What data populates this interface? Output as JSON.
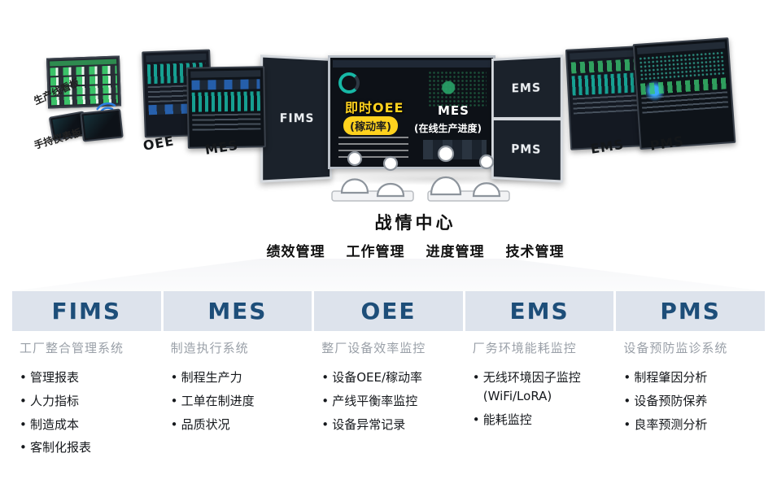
{
  "scene": {
    "title": "战情中心",
    "categories": [
      "绩效管理",
      "工作管理",
      "进度管理",
      "技术管理"
    ],
    "left_devices": {
      "board_label": "生产线看板",
      "tablet_label": "手持仪表板"
    },
    "side_screens": {
      "left": [
        "OEE",
        "MES"
      ],
      "right": [
        "EMS",
        "PMS"
      ]
    },
    "video_wall": {
      "left_panel": "FIMS",
      "center_badge_line1": "即时OEE",
      "center_badge_line2": "(稼动率)",
      "center_label": "MES",
      "center_sublabel": "(在线生产进度)",
      "right_panel_top": "EMS",
      "right_panel_bottom": "PMS"
    }
  },
  "table": {
    "columns": [
      {
        "title": "FIMS",
        "subtitle": "工厂整合管理系统",
        "items": [
          {
            "text": "管理报表"
          },
          {
            "text": "人力指标"
          },
          {
            "text": "制造成本"
          },
          {
            "text": "客制化报表"
          }
        ]
      },
      {
        "title": "MES",
        "subtitle": "制造执行系统",
        "items": [
          {
            "text": "制程生产力"
          },
          {
            "text": "工单在制进度"
          },
          {
            "text": "品质状况"
          }
        ]
      },
      {
        "title": "OEE",
        "subtitle": "整厂设备效率监控",
        "items": [
          {
            "text": "设备OEE/稼动率"
          },
          {
            "text": "产线平衡率监控"
          },
          {
            "text": "设备异常记录"
          }
        ]
      },
      {
        "title": "EMS",
        "subtitle": "厂务环境能耗监控",
        "items": [
          {
            "text": "无线环境因子监控"
          },
          {
            "text": "(WiFi/LoRA)",
            "continuation": true
          },
          {
            "text": "能耗监控"
          }
        ]
      },
      {
        "title": "PMS",
        "subtitle": "设备预防监诊系统",
        "items": [
          {
            "text": "制程肇因分析"
          },
          {
            "text": "设备预防保养"
          },
          {
            "text": "良率预测分析"
          }
        ]
      }
    ]
  },
  "colors": {
    "title_blue": "#1d4e79",
    "header_bg": "#dde3ec",
    "subtitle_gray": "#9aa0a8",
    "badge_yellow": "#ffd21e"
  }
}
